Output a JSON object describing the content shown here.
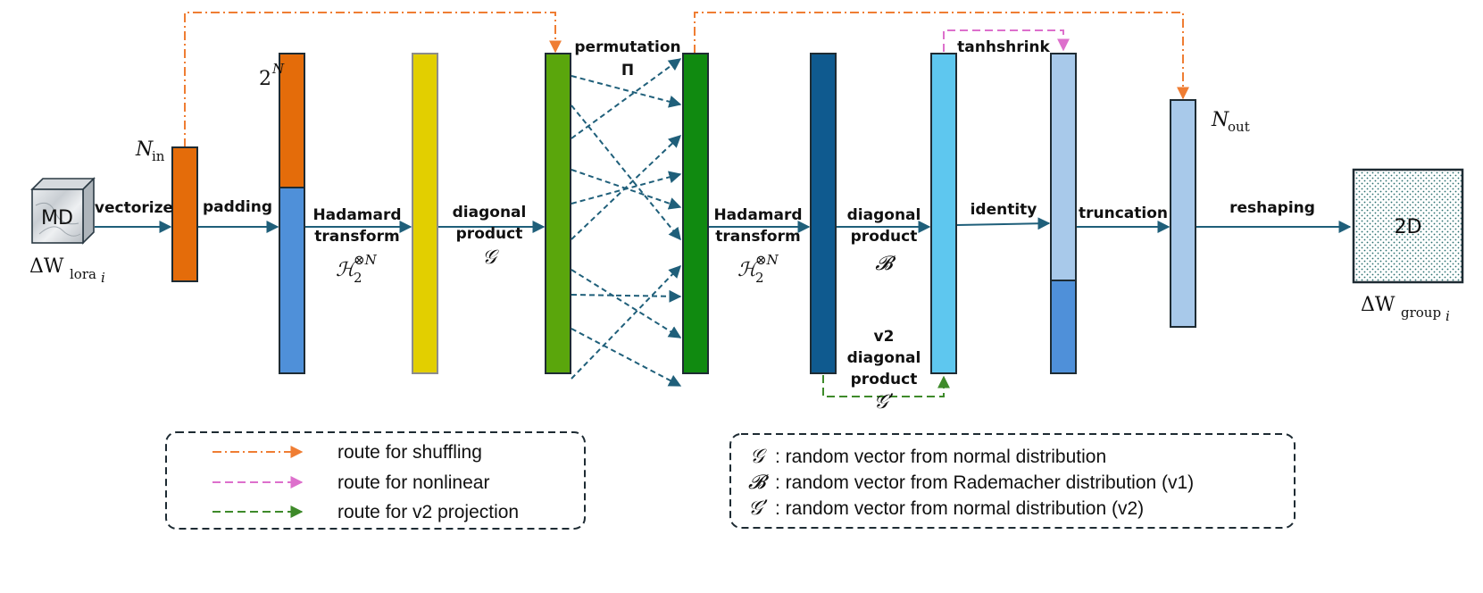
{
  "colors": {
    "orange": "#e46c0a",
    "blue_mid": "#4f90d9",
    "yellow": "#e2cf00",
    "green_light": "#5aa60c",
    "green_dark": "#108a10",
    "navy": "#0f5a8f",
    "cyan": "#5ec7ef",
    "pale_blue": "#a8c9ea",
    "arrow_teal": "#1f5f7a",
    "route_shuffle": "#ef7d33",
    "route_nonlinear": "#dd70cc",
    "route_v2": "#3e8a2a"
  },
  "icons": {
    "input_cube": "marble-cube-icon",
    "output_grid": "dotted-grid-icon"
  },
  "input": {
    "cube_label": "MD",
    "delta": "ΔW",
    "sub": "lora",
    "sub_index": "i"
  },
  "output": {
    "label": "2D",
    "delta": "ΔW",
    "sub": "group",
    "sub_index": "i"
  },
  "dims": {
    "n_in": "N",
    "n_in_sub": "in",
    "two_n_base": "2",
    "two_n_exp": "N",
    "n_out": "N",
    "n_out_sub": "out"
  },
  "steps": {
    "vectorize": "vectorize",
    "padding": "padding",
    "hadamard_1_line1": "Hadamard",
    "hadamard_1_line2": "transform",
    "hadamard_1_math": "ℋ",
    "hadamard_1_sub": "2",
    "hadamard_1_sup": "⊗N",
    "diagonal_1_line1": "diagonal",
    "diagonal_1_line2": "product",
    "diagonal_1_symbol": "𝒢",
    "permutation": "permutation",
    "permutation_symbol": "Π",
    "hadamard_2_line1": "Hadamard",
    "hadamard_2_line2": "transform",
    "hadamard_2_math": "ℋ",
    "hadamard_2_sub": "2",
    "hadamard_2_sup": "⊗N",
    "diagonal_2_line1": "diagonal",
    "diagonal_2_line2": "product",
    "diagonal_2_symbol": "𝓑",
    "v2_line1": "v2",
    "v2_line2": "diagonal",
    "v2_line3": "product",
    "v2_symbol": "𝒢’",
    "tanhshrink": "tanhshrink",
    "identity": "identity",
    "truncation": "truncation",
    "reshaping": "reshaping"
  },
  "legend_routes": {
    "shuffling": "route for shuffling",
    "nonlinear": "route for nonlinear",
    "v2": "route for v2 projection"
  },
  "legend_symbols": [
    {
      "symbol": "𝒢",
      "text": ": random vector from normal distribution"
    },
    {
      "symbol": "𝓑",
      "text": ": random vector from Rademacher distribution (v1)"
    },
    {
      "symbol": "𝒢’",
      "text": ": random vector from normal distribution (v2)"
    }
  ]
}
